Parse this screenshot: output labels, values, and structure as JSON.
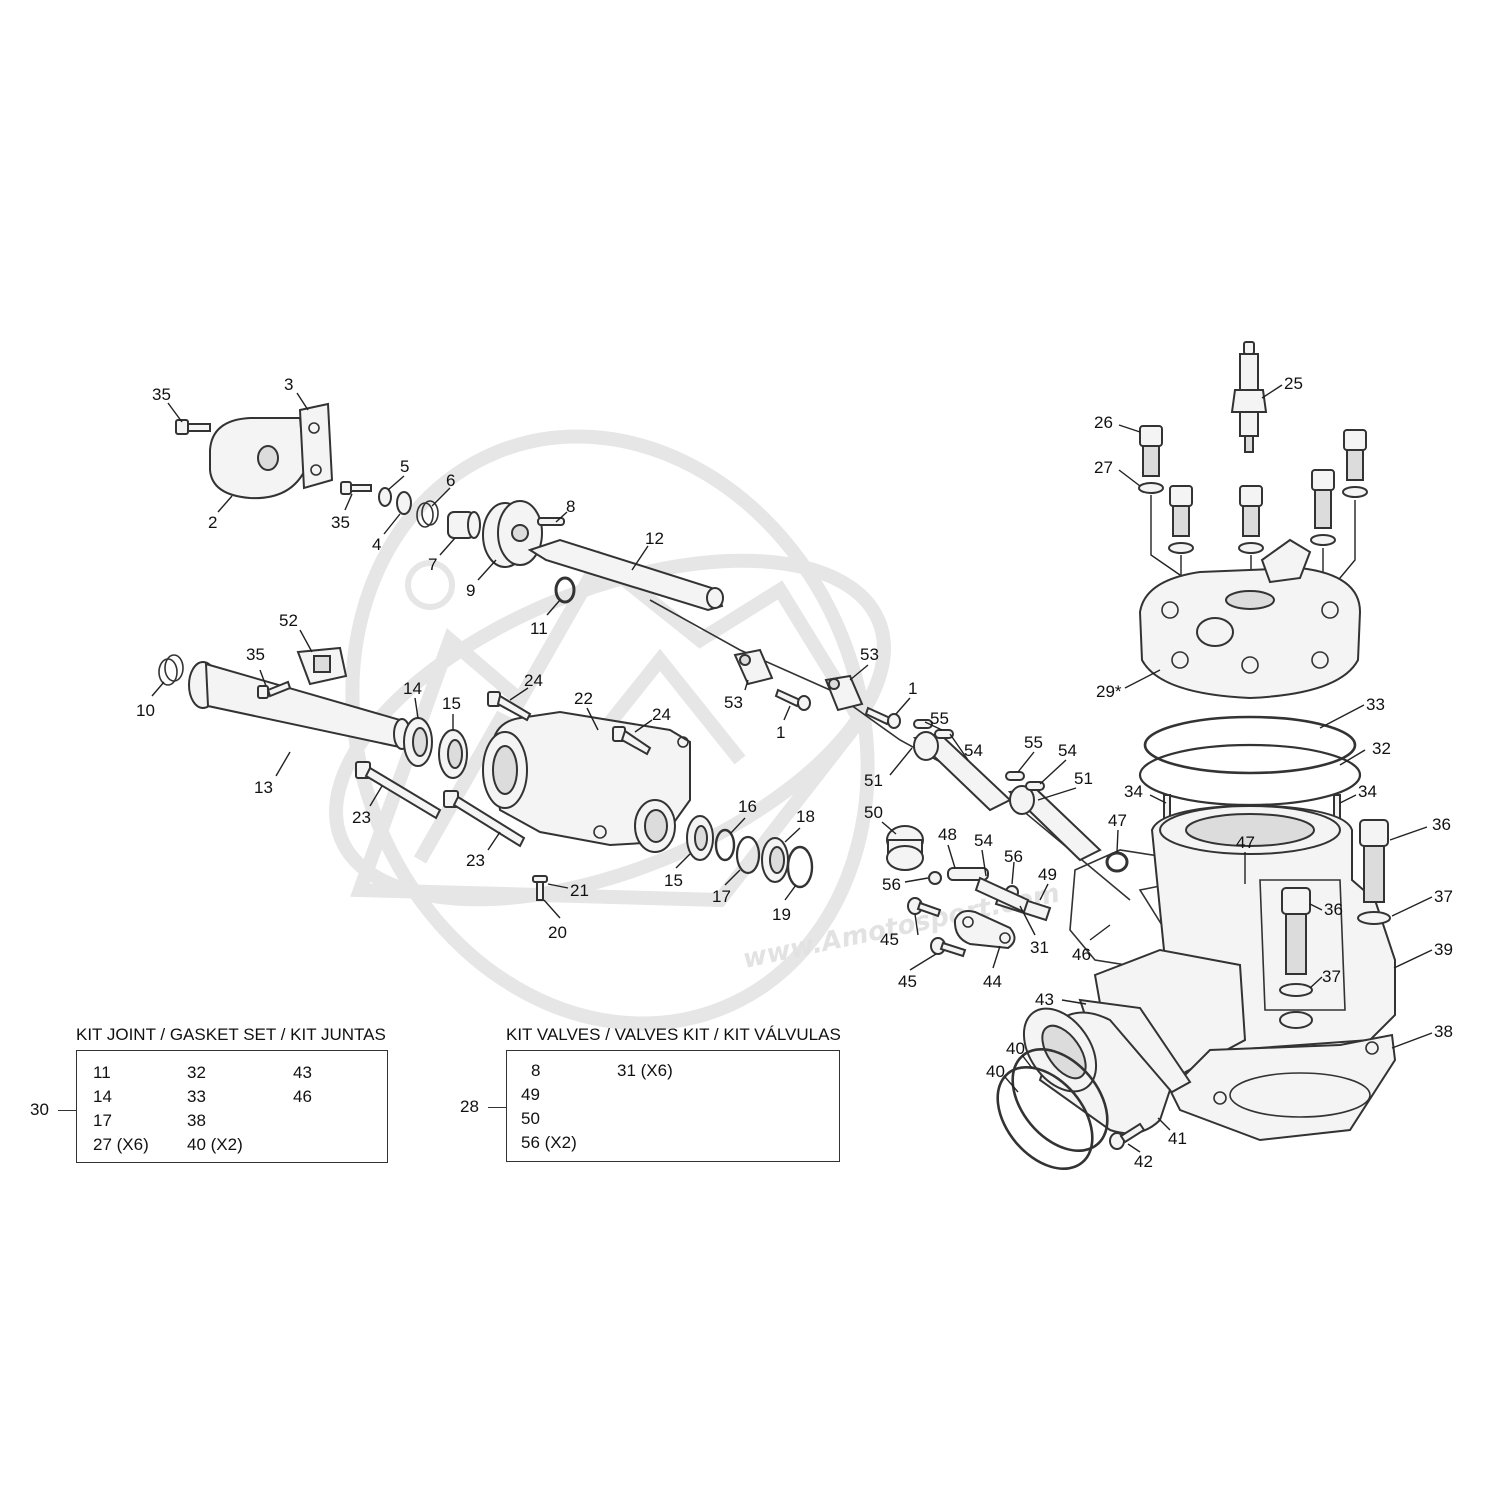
{
  "watermark": {
    "text": "www.Amotosport.com"
  },
  "callouts": [
    {
      "id": "c35a",
      "label": "35"
    },
    {
      "id": "c3",
      "label": "3"
    },
    {
      "id": "c2",
      "label": "2"
    },
    {
      "id": "c35b",
      "label": "35"
    },
    {
      "id": "c5",
      "label": "5"
    },
    {
      "id": "c4",
      "label": "4"
    },
    {
      "id": "c6",
      "label": "6"
    },
    {
      "id": "c7",
      "label": "7"
    },
    {
      "id": "c9",
      "label": "9"
    },
    {
      "id": "c8",
      "label": "8"
    },
    {
      "id": "c12",
      "label": "12"
    },
    {
      "id": "c11",
      "label": "11"
    },
    {
      "id": "c52",
      "label": "52"
    },
    {
      "id": "c35c",
      "label": "35"
    },
    {
      "id": "c10",
      "label": "10"
    },
    {
      "id": "c13",
      "label": "13"
    },
    {
      "id": "c14",
      "label": "14"
    },
    {
      "id": "c15a",
      "label": "15"
    },
    {
      "id": "c24a",
      "label": "24"
    },
    {
      "id": "c22",
      "label": "22"
    },
    {
      "id": "c24b",
      "label": "24"
    },
    {
      "id": "c23a",
      "label": "23"
    },
    {
      "id": "c23b",
      "label": "23"
    },
    {
      "id": "c21",
      "label": "21"
    },
    {
      "id": "c20",
      "label": "20"
    },
    {
      "id": "c15b",
      "label": "15"
    },
    {
      "id": "c16",
      "label": "16"
    },
    {
      "id": "c17",
      "label": "17"
    },
    {
      "id": "c18",
      "label": "18"
    },
    {
      "id": "c19",
      "label": "19"
    },
    {
      "id": "c53a",
      "label": "53"
    },
    {
      "id": "c1a",
      "label": "1"
    },
    {
      "id": "c53b",
      "label": "53"
    },
    {
      "id": "c1b",
      "label": "1"
    },
    {
      "id": "c55a",
      "label": "55"
    },
    {
      "id": "c54a",
      "label": "54"
    },
    {
      "id": "c51a",
      "label": "51"
    },
    {
      "id": "c55b",
      "label": "55"
    },
    {
      "id": "c54b",
      "label": "54"
    },
    {
      "id": "c51b",
      "label": "51"
    },
    {
      "id": "c50",
      "label": "50"
    },
    {
      "id": "c48",
      "label": "48"
    },
    {
      "id": "c54c",
      "label": "54"
    },
    {
      "id": "c56a",
      "label": "56"
    },
    {
      "id": "c56b",
      "label": "56"
    },
    {
      "id": "c49",
      "label": "49"
    },
    {
      "id": "c31",
      "label": "31"
    },
    {
      "id": "c45a",
      "label": "45"
    },
    {
      "id": "c45b",
      "label": "45"
    },
    {
      "id": "c44",
      "label": "44"
    },
    {
      "id": "c47a",
      "label": "47"
    },
    {
      "id": "c47b",
      "label": "47"
    },
    {
      "id": "c46",
      "label": "46"
    },
    {
      "id": "c25",
      "label": "25"
    },
    {
      "id": "c26",
      "label": "26"
    },
    {
      "id": "c27",
      "label": "27"
    },
    {
      "id": "c29",
      "label": "29*"
    },
    {
      "id": "c33",
      "label": "33"
    },
    {
      "id": "c32",
      "label": "32"
    },
    {
      "id": "c34a",
      "label": "34"
    },
    {
      "id": "c34b",
      "label": "34"
    },
    {
      "id": "c36a",
      "label": "36"
    },
    {
      "id": "c37a",
      "label": "37"
    },
    {
      "id": "c36b",
      "label": "36"
    },
    {
      "id": "c37b",
      "label": "37"
    },
    {
      "id": "c39",
      "label": "39"
    },
    {
      "id": "c38",
      "label": "38"
    },
    {
      "id": "c43",
      "label": "43"
    },
    {
      "id": "c40a",
      "label": "40"
    },
    {
      "id": "c40b",
      "label": "40"
    },
    {
      "id": "c41",
      "label": "41"
    },
    {
      "id": "c42",
      "label": "42"
    }
  ],
  "kits": {
    "gasket": {
      "title": "KIT JOINT / GASKET SET / KIT JUNTAS",
      "ref": "30",
      "col1": [
        "11",
        "14",
        "17",
        "27 (X6)"
      ],
      "col2": [
        "32",
        "33",
        "38",
        "40 (X2)"
      ],
      "col3": [
        "43",
        "46"
      ]
    },
    "valves": {
      "title": "KIT VALVES / VALVES KIT / KIT VÁLVULAS",
      "ref": "28",
      "col1": [
        "8",
        "49",
        "50",
        "56 (X2)"
      ],
      "col2": [
        "31 (X6)"
      ]
    }
  }
}
